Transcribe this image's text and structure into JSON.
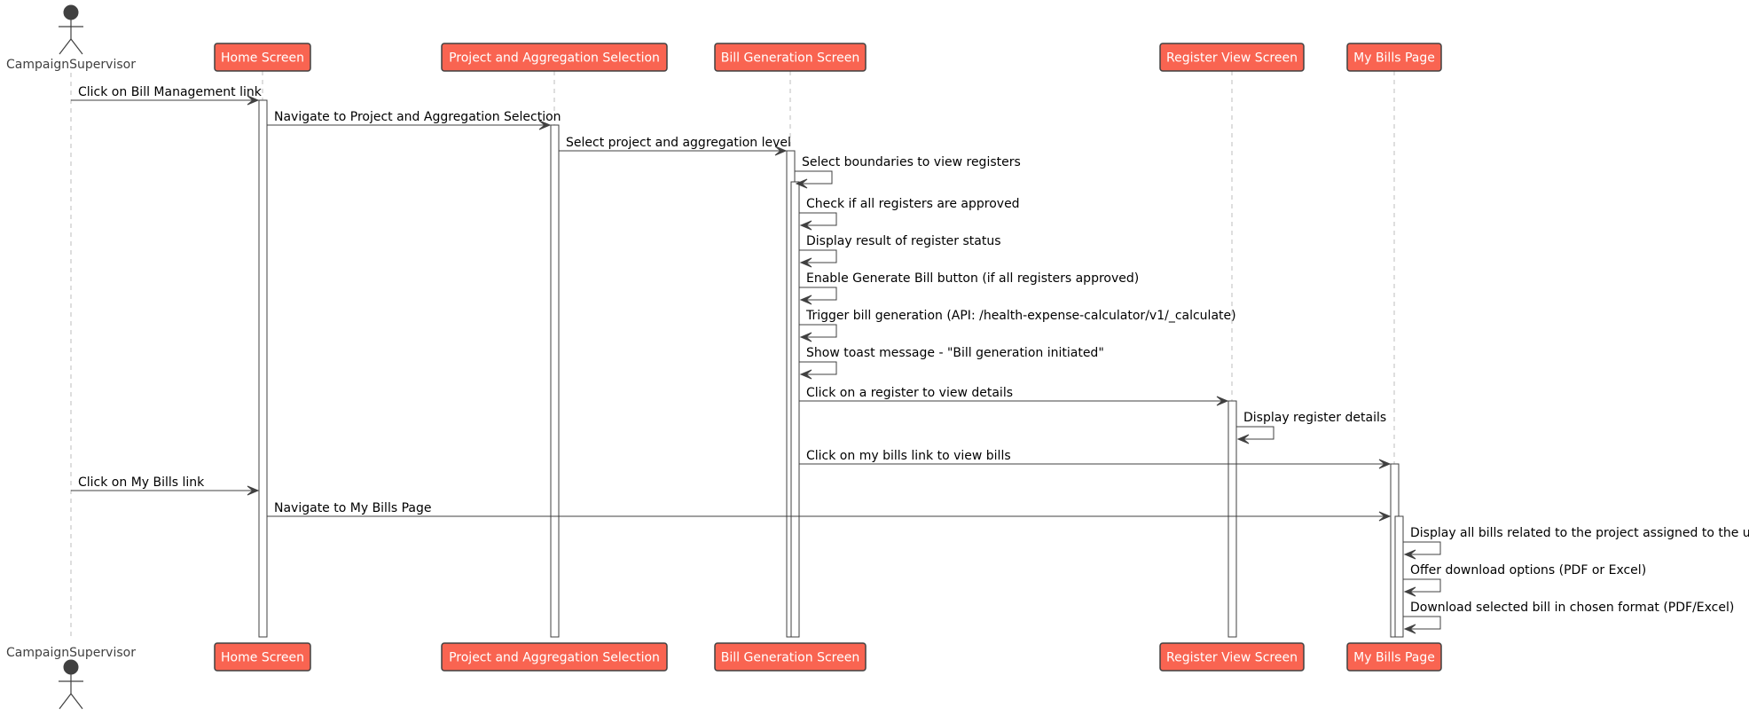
{
  "colors": {
    "participant_fill": "#f96451",
    "participant_border": "#404040",
    "participant_text": "#ffffff",
    "actor": "#404040",
    "lifeline": "#bcbcbc",
    "arrow": "#404040",
    "activation_fill": "#ffffff"
  },
  "actor": {
    "name": "CampaignSupervisor",
    "icon": "stick-figure-icon"
  },
  "participants": [
    {
      "id": "home",
      "name": "Home Screen"
    },
    {
      "id": "proj",
      "name": "Project and Aggregation Selection"
    },
    {
      "id": "bill",
      "name": "Bill Generation Screen"
    },
    {
      "id": "reg",
      "name": "Register View Screen"
    },
    {
      "id": "mybills",
      "name": "My Bills Page"
    }
  ],
  "messages": [
    {
      "from": "actor",
      "to": "home",
      "text": "Click on Bill Management link"
    },
    {
      "from": "home",
      "to": "proj",
      "text": "Navigate to Project and Aggregation Selection"
    },
    {
      "from": "proj",
      "to": "bill",
      "text": "Select project and aggregation level"
    },
    {
      "from": "bill",
      "to": "bill",
      "text": "Select boundaries to view registers"
    },
    {
      "from": "bill",
      "to": "bill",
      "text": "Check if all registers are approved"
    },
    {
      "from": "bill",
      "to": "bill",
      "text": "Display result of register status"
    },
    {
      "from": "bill",
      "to": "bill",
      "text": "Enable Generate Bill button (if all registers approved)"
    },
    {
      "from": "bill",
      "to": "bill",
      "text": "Trigger bill generation (API: /health-expense-calculator/v1/_calculate)"
    },
    {
      "from": "bill",
      "to": "bill",
      "text": "Show toast message - \"Bill generation initiated\""
    },
    {
      "from": "bill",
      "to": "reg",
      "text": "Click on a register to view details"
    },
    {
      "from": "reg",
      "to": "reg",
      "text": "Display register details"
    },
    {
      "from": "bill",
      "to": "mybills",
      "text": "Click on my bills link to view bills"
    },
    {
      "from": "actor",
      "to": "home",
      "text": "Click on My Bills link"
    },
    {
      "from": "home",
      "to": "mybills",
      "text": "Navigate to My Bills Page"
    },
    {
      "from": "mybills",
      "to": "mybills",
      "text": "Display all bills related to the project assigned to the user"
    },
    {
      "from": "mybills",
      "to": "mybills",
      "text": "Offer download options (PDF or Excel)"
    },
    {
      "from": "mybills",
      "to": "mybills",
      "text": "Download selected bill in chosen format (PDF/Excel)"
    }
  ]
}
